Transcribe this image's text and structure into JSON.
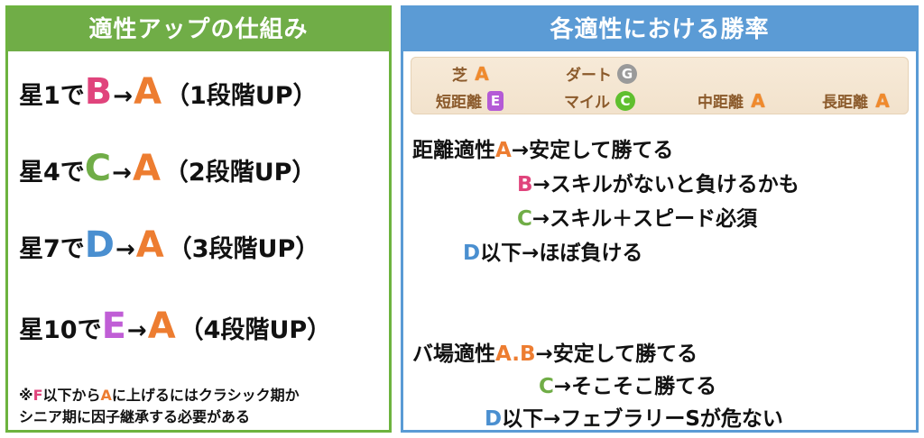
{
  "left": {
    "title": "適性アップの仕組み",
    "rows": [
      {
        "prefix": "星1で",
        "from": "B",
        "arrow": "→",
        "to": "A",
        "suffix": "（1段階UP）"
      },
      {
        "prefix": "星4で",
        "from": "C",
        "arrow": "→",
        "to": "A",
        "suffix": "（2段階UP）"
      },
      {
        "prefix": "星7で",
        "from": "D",
        "arrow": "→",
        "to": "A",
        "suffix": "（3段階UP）"
      },
      {
        "prefix": "星10で",
        "from": "E",
        "arrow": "→",
        "to": "A",
        "suffix": "（4段階UP）"
      }
    ],
    "note": {
      "mark": "※",
      "f": "F",
      "part1": "以下から",
      "a": "A",
      "part2": "に上げるにはクラシック期か",
      "line2": "シニア期に因子継承する必要がある"
    }
  },
  "right": {
    "title": "各適性における勝率",
    "aptitudes": {
      "turf": {
        "label": "芝",
        "grade": "A"
      },
      "dirt": {
        "label": "ダート",
        "grade": "G"
      },
      "short": {
        "label": "短距離",
        "grade": "E"
      },
      "mile": {
        "label": "マイル",
        "grade": "C"
      },
      "middle": {
        "label": "中距離",
        "grade": "A"
      },
      "long": {
        "label": "長距離",
        "grade": "A"
      }
    },
    "distance": {
      "label": "距離適性",
      "a_grade": "A",
      "a_text": "→安定して勝てる",
      "b_grade": "B",
      "b_text": "→スキルがないと負けるかも",
      "c_grade": "C",
      "c_text": "→スキル＋スピード必須",
      "d_grade": "D",
      "d_text": "以下→ほぼ負ける"
    },
    "track": {
      "label": "バ場適性",
      "ab_grade": "A.B",
      "ab_text": "→安定して勝てる",
      "c_grade": "C",
      "c_text": "→そこそこ勝てる",
      "d_grade": "D",
      "d_text": "以下→フェブラリーSが危ない"
    }
  }
}
